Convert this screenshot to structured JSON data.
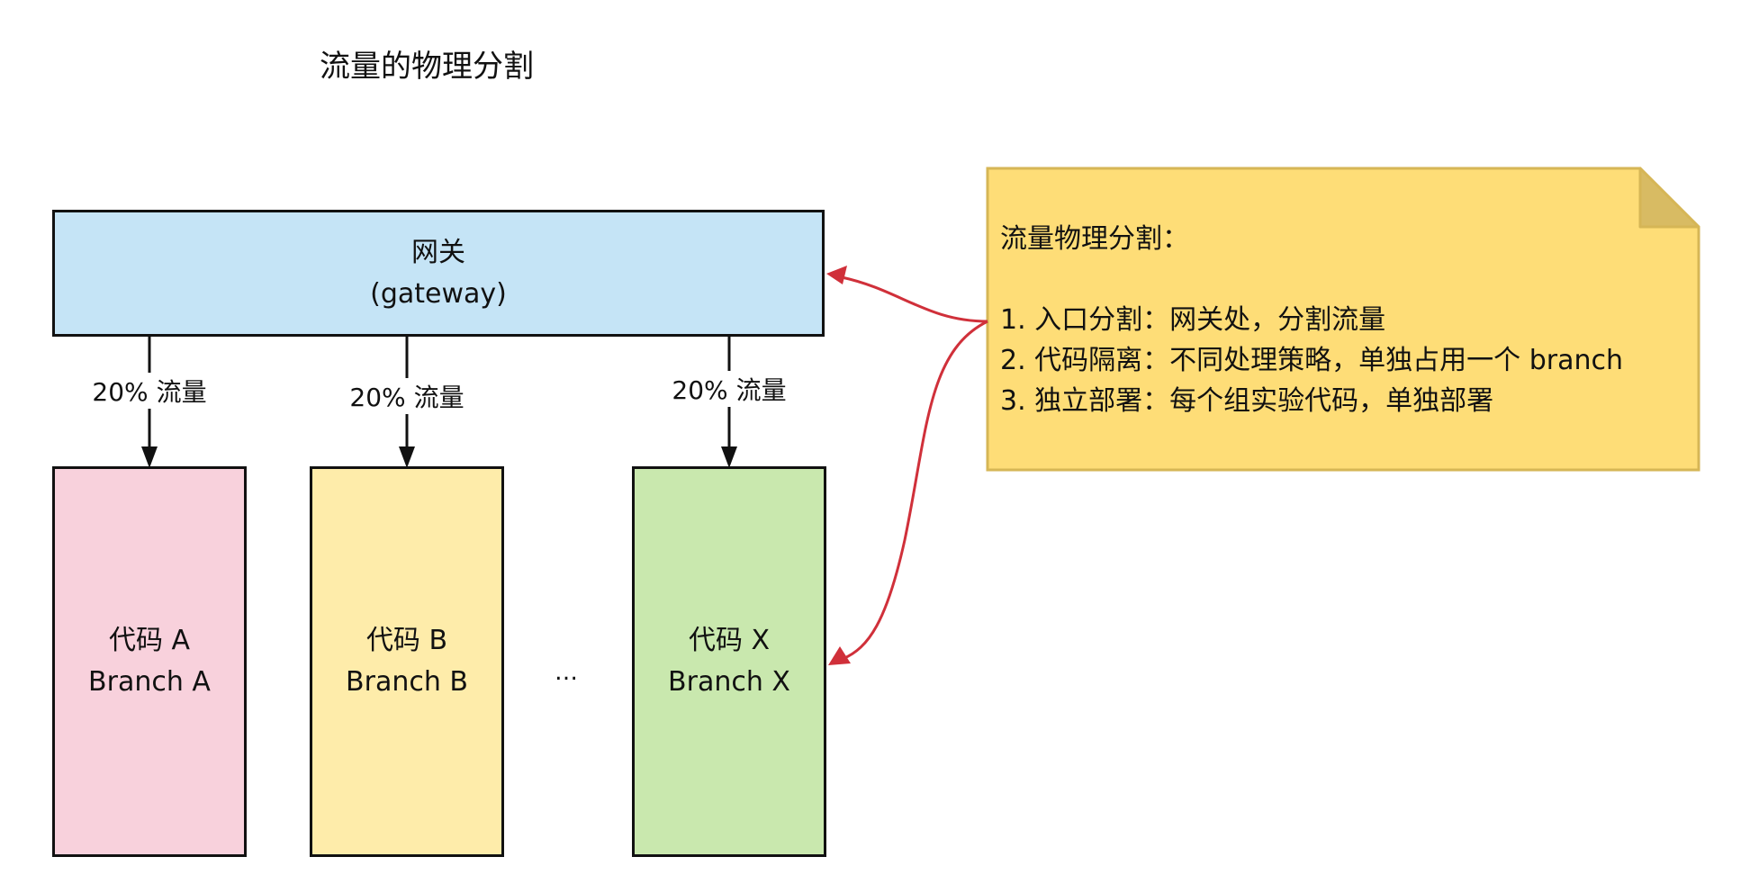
{
  "title": "流量的物理分割",
  "gateway": {
    "name": "网关",
    "subtitle": "(gateway)"
  },
  "flow_label": "20% 流量",
  "branches": [
    {
      "code": "代码 A",
      "branch": "Branch A"
    },
    {
      "code": "代码 B",
      "branch": "Branch B"
    },
    {
      "code": "代码 X",
      "branch": "Branch X"
    }
  ],
  "ellipsis": "…",
  "note": {
    "heading": "流量物理分割：",
    "items": [
      "1. 入口分割：网关处，分割流量",
      "2. 代码隔离：不同处理策略，单独占用一个 branch",
      "3. 独立部署：每个组实验代码，单独部署"
    ]
  },
  "colors": {
    "gateway_fill": "#c5e4f6",
    "branch_a_fill": "#f8d1dc",
    "branch_b_fill": "#feecaa",
    "branch_x_fill": "#c9e8ae",
    "note_fill": "#fedd77",
    "note_fold": "#d8bb63",
    "note_border": "#d6b656",
    "connector": "#d0303a"
  }
}
